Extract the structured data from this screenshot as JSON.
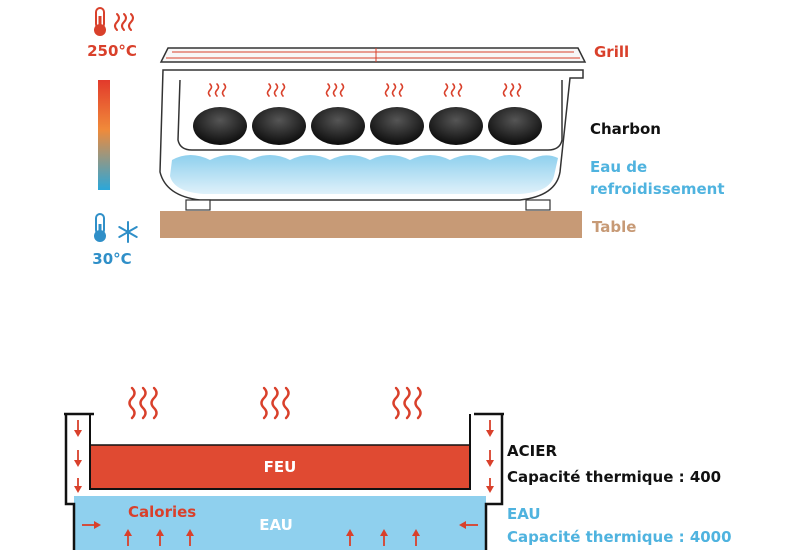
{
  "top": {
    "temp_hot": "250°C",
    "temp_cold": "30°C",
    "labels": {
      "grill": "Grill",
      "charbon": "Charbon",
      "eau_line1": "Eau de",
      "eau_line2": "refroidissement",
      "table": "Table"
    }
  },
  "bottom": {
    "feu": "FEU",
    "eau": "EAU",
    "calories": "Calories",
    "acier_title": "ACIER",
    "acier_capacity": "Capacité thermique : 400",
    "eau_title": "EAU",
    "eau_capacity": "Capacité thermique : 4000"
  },
  "colors": {
    "red": "#d9402b",
    "black": "#111111",
    "water": "#4fb3df",
    "water_light": "#bfe3f4",
    "table": "#c79a76",
    "fire": "#e04a32",
    "eau_box": "#8fd0ee"
  },
  "icons": [
    "thermometer-hot-icon",
    "heat-waves-icon",
    "thermometer-cold-icon",
    "snowflake-icon"
  ]
}
